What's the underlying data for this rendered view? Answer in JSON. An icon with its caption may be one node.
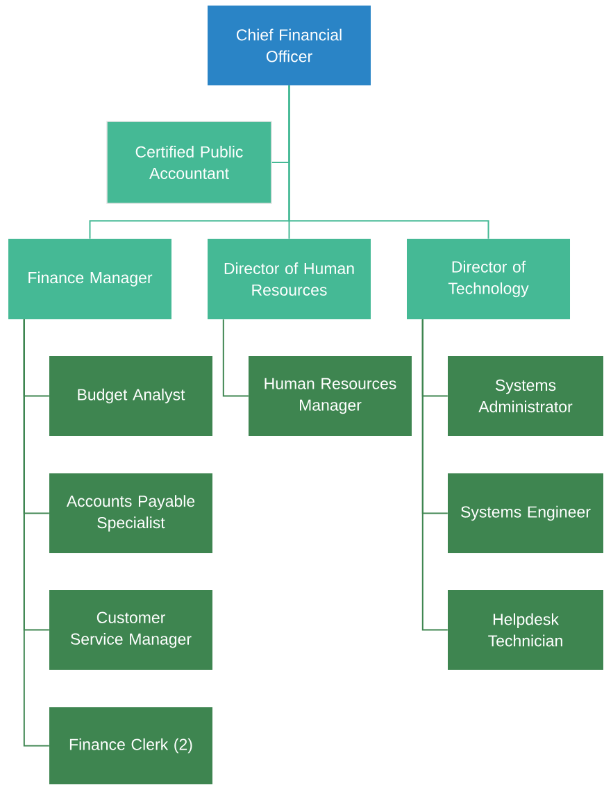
{
  "diagram": {
    "nodes": [
      {
        "text": [
          "Chief Financial Officer"
        ]
      },
      {
        "text": [
          "Certified Public Accountant"
        ]
      },
      {
        "text": [
          "Finance Manager"
        ]
      },
      {
        "text": [
          "Director of Human Resources"
        ]
      },
      {
        "text": [
          "Director of Technology"
        ]
      },
      {
        "text": [
          "Budget Analyst"
        ]
      },
      {
        "text": [
          "Accounts Payable Specialist"
        ]
      },
      {
        "text": [
          "Customer Service Manager"
        ]
      },
      {
        "text": [
          "Finance Clerk (2)"
        ]
      },
      {
        "text": [
          "Human Resources Manager"
        ]
      },
      {
        "text": [
          "Systems Administrator"
        ]
      },
      {
        "text": [
          "Systems Engineer"
        ]
      },
      {
        "text": [
          "Helpdesk Technician"
        ]
      }
    ],
    "edges": [
      {
        "from": 0,
        "to": 1,
        "arrow": "none",
        "color": "#45b995"
      },
      {
        "from": 0,
        "to": 2,
        "arrow": "none",
        "color": "#45b995"
      },
      {
        "from": 0,
        "to": 3,
        "arrow": "none",
        "color": "#45b995"
      },
      {
        "from": 0,
        "to": 4,
        "arrow": "none",
        "color": "#45b995"
      },
      {
        "from": 2,
        "to": 5,
        "arrow": "none"
      },
      {
        "from": 2,
        "to": 6,
        "arrow": "none"
      },
      {
        "from": 2,
        "to": 7,
        "arrow": "none"
      },
      {
        "from": 2,
        "to": 8,
        "arrow": "none"
      },
      {
        "from": 3,
        "to": 9,
        "arrow": "none"
      },
      {
        "from": 4,
        "to": 10,
        "arrow": "none"
      },
      {
        "from": 4,
        "to": 11,
        "arrow": "none"
      },
      {
        "from": 4,
        "to": 12,
        "arrow": "none"
      }
    ]
  }
}
